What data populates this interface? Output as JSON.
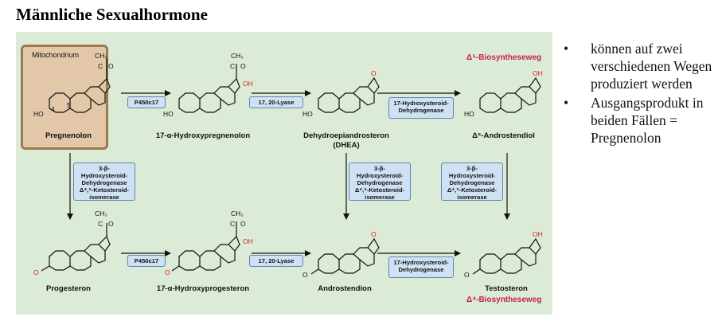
{
  "title": "Männliche Sexualhormone",
  "mitochondrium_label": "Mitochondrium",
  "pathways": {
    "delta5": "Δ⁵-Biosyntheseweg",
    "delta4": "Δ⁴-Biosyntheseweg"
  },
  "compounds": {
    "pregnenolon": "Pregnenolon",
    "hydroxypregnenolon": "17-α-Hydroxypregnenolon",
    "dhea": "Dehydroepiandrosteron\n(DHEA)",
    "androstendiol": "Δ⁵-Androstendiol",
    "progesteron": "Progesteron",
    "hydroxyprogesteron": "17-α-Hydroxyprogesteron",
    "androstendion": "Androstendion",
    "testosteron": "Testosteron"
  },
  "enzymes": {
    "p450_top": "P450c17",
    "lyase_top": "17, 20-Lyase",
    "hsd17_top": "17-Hydroxysteroid-\nDehydrogenase",
    "hsd3_left": "3-β-Hydroxysteroid-\nDehydrogenase\nΔ⁴,⁵-Ketosteroid-\nisomerase",
    "hsd3_mid": "3-β-Hydroxysteroid-\nDehydrogenase\nΔ⁴,⁵-Ketosteroid-\nisomerase",
    "hsd3_right": "3-β-Hydroxysteroid-\nDehydrogenase\nΔ⁴,⁵-Ketosteroid-\nisomerase",
    "p450_bottom": "P450c17",
    "lyase_bottom": "17, 20-Lyase",
    "hsd17_bottom": "17-Hydroxysteroid-\nDehydrogenase"
  },
  "atoms": {
    "ch3": "CH₃",
    "c": "C",
    "o": "O",
    "oh": "OH",
    "ho": "HO",
    "c4": "4",
    "c5": "5"
  },
  "bullets": [
    "können auf zwei verschiedenen Wegen produziert werden",
    "Ausgangsprodukt in beiden Fällen = Pregnenolon"
  ],
  "colors": {
    "panel": "#dcebd5",
    "mito_fill": "#e2c7a8",
    "mito_border": "#9a7a4e",
    "enzyme_fill": "#cfe1f2",
    "enzyme_border": "#5a86b7",
    "accent_red": "#c8204a"
  }
}
